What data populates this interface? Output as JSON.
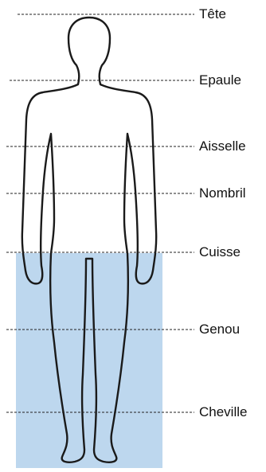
{
  "diagram": {
    "colors": {
      "water": "#bdd7ee",
      "outline": "#1a1a1a",
      "guide": "#222222"
    },
    "levels": [
      {
        "id": "tete",
        "label": "Tête"
      },
      {
        "id": "epaule",
        "label": "Epaule"
      },
      {
        "id": "aisselle",
        "label": "Aisselle"
      },
      {
        "id": "nombril",
        "label": "Nombril"
      },
      {
        "id": "cuisse",
        "label": "Cuisse"
      },
      {
        "id": "genou",
        "label": "Genou"
      },
      {
        "id": "cheville",
        "label": "Cheville"
      }
    ]
  }
}
